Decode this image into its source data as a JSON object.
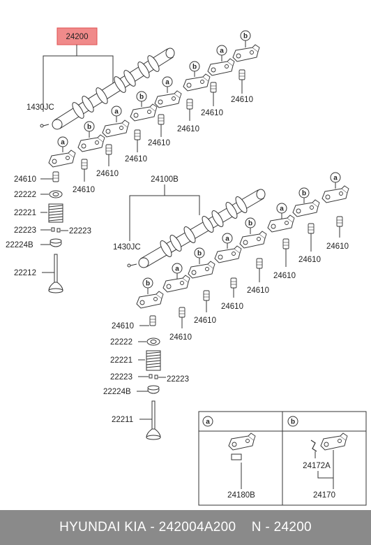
{
  "top_assembly": {
    "part_number": "24200",
    "highlight_color": "#f08a8a",
    "fastener_label": "1430JC",
    "rocker_label": "24610",
    "valve_parts": [
      {
        "key": "retainer",
        "label": "22222"
      },
      {
        "key": "spring",
        "label": "22221"
      },
      {
        "key": "cotter",
        "label": "22223"
      },
      {
        "key": "cotter2",
        "label": "22223"
      },
      {
        "key": "seat",
        "label": "22224B"
      },
      {
        "key": "valve",
        "label": "22212"
      }
    ]
  },
  "bottom_assembly": {
    "part_number": "24100B",
    "fastener_label": "1430JC",
    "rocker_label": "24610",
    "valve_parts": [
      {
        "key": "retainer",
        "label": "22222"
      },
      {
        "key": "spring",
        "label": "22221"
      },
      {
        "key": "cotter",
        "label": "22223"
      },
      {
        "key": "cotter2",
        "label": "22223"
      },
      {
        "key": "seat",
        "label": "22224B"
      },
      {
        "key": "valve",
        "label": "22211"
      }
    ]
  },
  "callouts": {
    "a": "a",
    "b": "b"
  },
  "legend": {
    "a": {
      "marker": "a",
      "part": "24180B"
    },
    "b": {
      "marker": "b",
      "part": "24170",
      "sub_part": "24172A"
    }
  },
  "footer": {
    "brand": "HYUNDAI",
    "make": "KIA",
    "separator": "-",
    "oem_number": "242004A200",
    "n_label": "N",
    "ref": "24200"
  }
}
